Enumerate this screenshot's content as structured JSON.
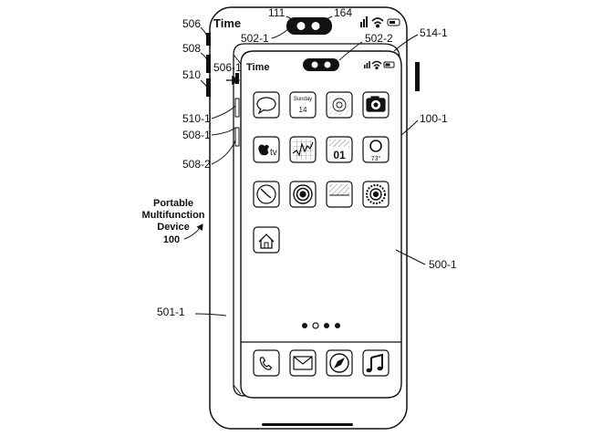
{
  "outer_status": {
    "time": "Time"
  },
  "inner_status": {
    "time": "Time"
  },
  "device_label": {
    "line1": "Portable",
    "line2": "Multifunction",
    "line3": "Device",
    "line4": "100"
  },
  "reference_labels": {
    "r506": "506",
    "r508": "508",
    "r510": "510",
    "r111": "111",
    "r164": "164",
    "r502_1": "502-1",
    "r502_2": "502-2",
    "r514_1": "514-1",
    "r506_1": "506-1",
    "r510_1": "510-1",
    "r508_1": "508-1",
    "r508_2": "508-2",
    "r100_1": "100-1",
    "r500_1": "500-1",
    "r501_1": "501-1"
  },
  "calendar_icon": {
    "weekday": "Sunday",
    "day": "14"
  },
  "tv_icon": {
    "text": "tv"
  },
  "stocks_icon": {
    "text": "01"
  },
  "weather_icon": {
    "text": "73°"
  },
  "icons": {
    "row1": [
      "messages-icon",
      "calendar-icon",
      "photos-icon",
      "camera-icon"
    ],
    "row2": [
      "apple-tv-icon",
      "stocks-icon",
      "news-icon",
      "weather-icon"
    ],
    "row3": [
      "clock-icon",
      "podcasts-icon",
      "notes-icon",
      "settings-icon"
    ],
    "row4": [
      "home-icon"
    ],
    "dock": [
      "phone-icon",
      "mail-icon",
      "safari-icon",
      "music-icon"
    ]
  }
}
